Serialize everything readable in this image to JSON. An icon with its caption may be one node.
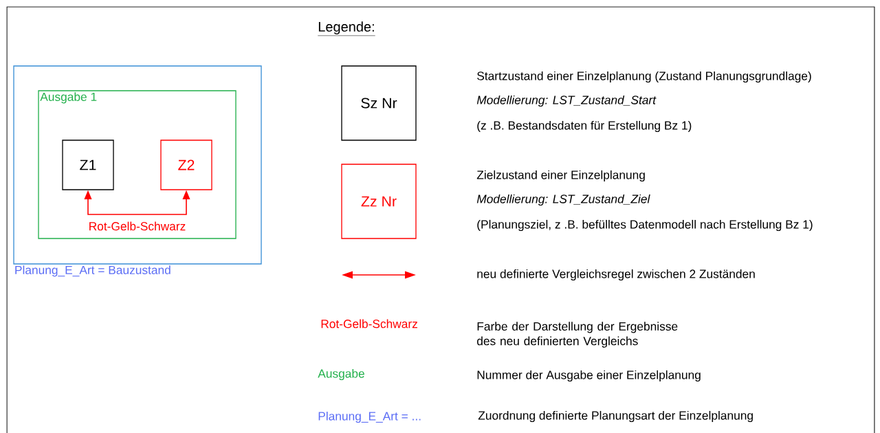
{
  "diagram": {
    "nodes": [
      {
        "text": [
          "Planung_E_Art = Bauzustand"
        ]
      },
      {
        "text": [
          "Ausgabe 1"
        ],
        "in": 0
      },
      {
        "text": [
          "Z1"
        ],
        "in": 1
      },
      {
        "text": [
          "Z2"
        ],
        "in": 1
      },
      {
        "text": [
          "Sz Nr"
        ],
        "beside": [
          "Startzustand einer Einzelplanung (Zustand Planungsgrundlage)",
          "Modellierung: LST_Zustand_Start",
          "(z .B. Bestandsdaten für Erstellung Bz 1)"
        ]
      },
      {
        "text": [
          "Zz Nr"
        ],
        "beside": [
          "Zielzustand einer Einzelplanung",
          "Modellierung: LST_Zustand_Ziel",
          "(Planungsziel, z .B. befülltes Datenmodell nach Erstellung Bz 1)"
        ]
      }
    ],
    "edges": [
      {
        "from": 2,
        "to": 3,
        "arrow": "both",
        "label": "Rot-Gelb-Schwarz",
        "color": "#ff0000"
      }
    ],
    "labels": [
      "Legende:",
      "neu definierte Vergleichsregel zwischen 2 Zuständen",
      "Rot-Gelb-Schwarz",
      "Farbe der Darstellung der Ergebnisse des neu definierten Vergleichs",
      "Ausgabe",
      "Nummer der Ausgabe einer Einzelplanung",
      "Planung_E_Art = ...",
      "Zuordnung definierte Planungsart der Einzelplanung"
    ]
  }
}
